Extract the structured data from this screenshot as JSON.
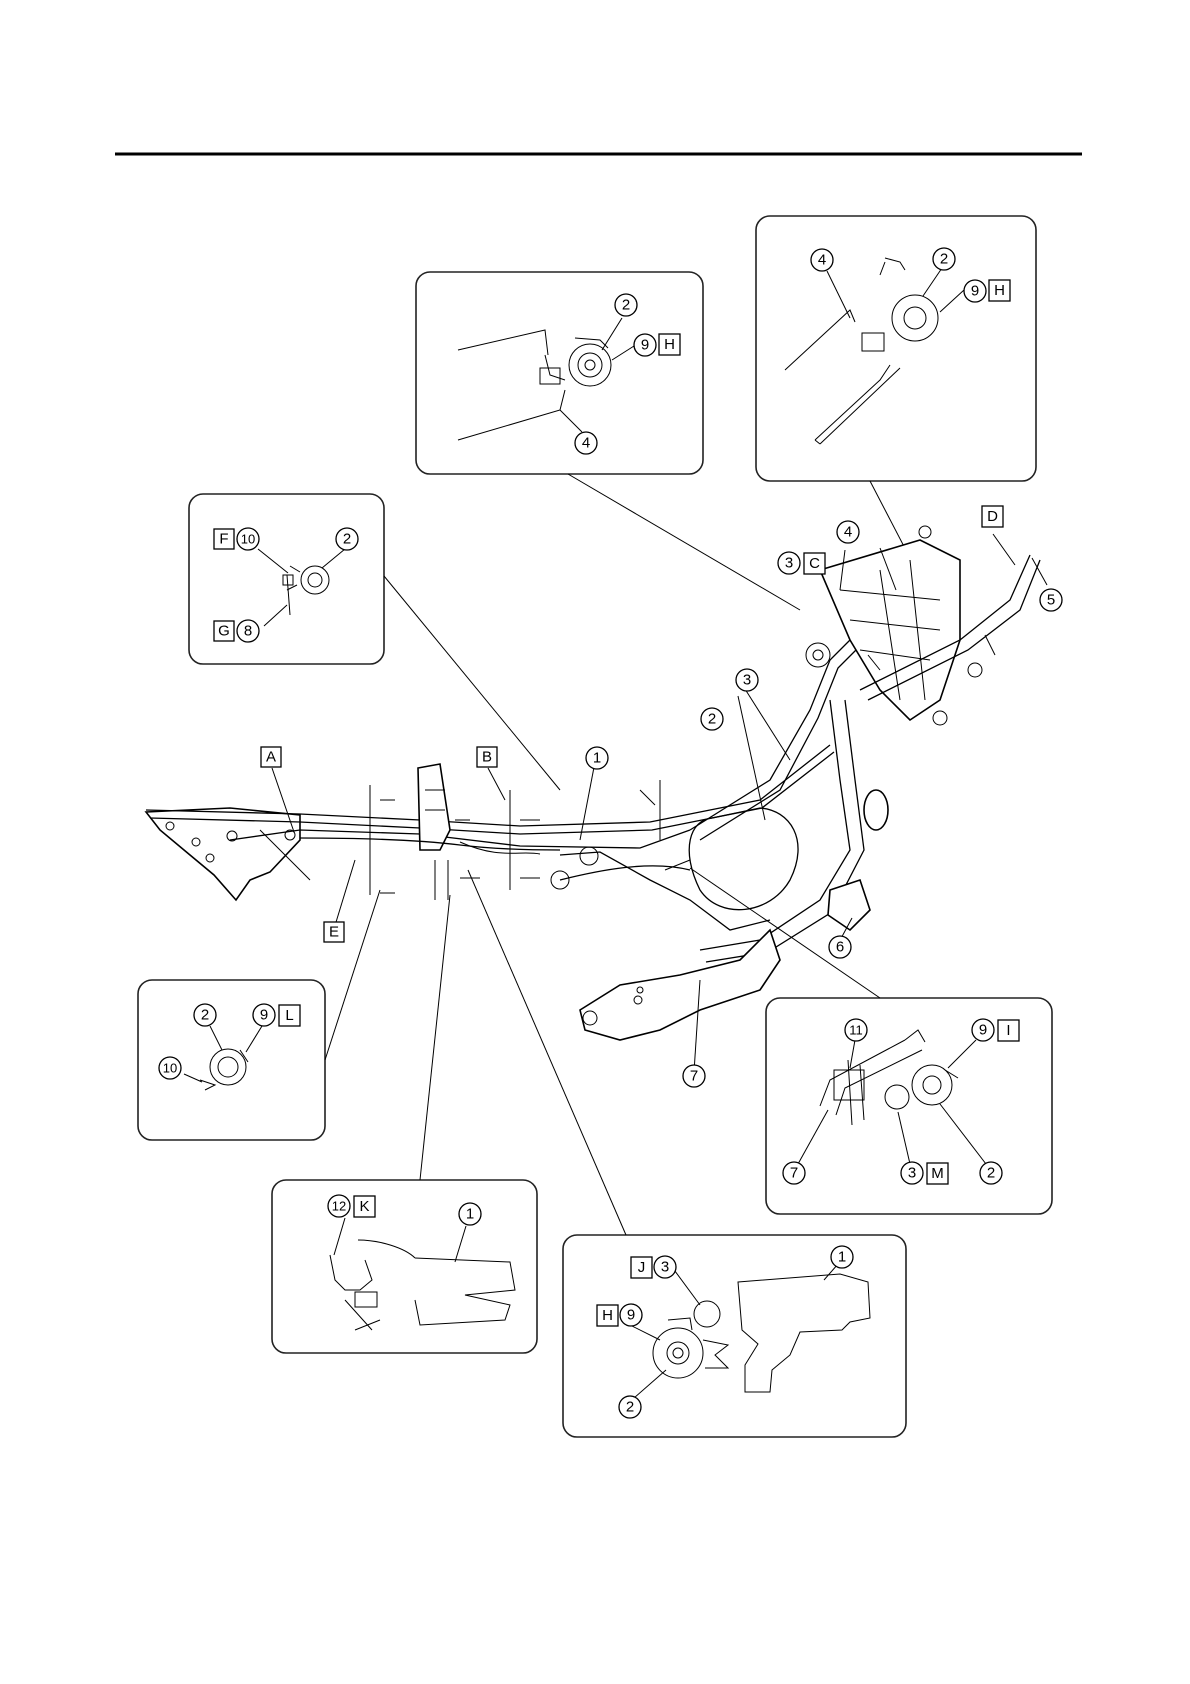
{
  "callouts": {
    "c1": "1",
    "c2": "2",
    "c3": "3",
    "c4": "4",
    "c5": "5",
    "c6": "6",
    "c7": "7",
    "c8": "8",
    "c9": "9",
    "c10": "10",
    "c11": "11",
    "c12": "12"
  },
  "letters": {
    "A": "A",
    "B": "B",
    "C": "C",
    "D": "D",
    "E": "E",
    "F": "F",
    "G": "G",
    "H": "H",
    "I": "I",
    "J": "J",
    "K": "K",
    "L": "L",
    "M": "M"
  }
}
